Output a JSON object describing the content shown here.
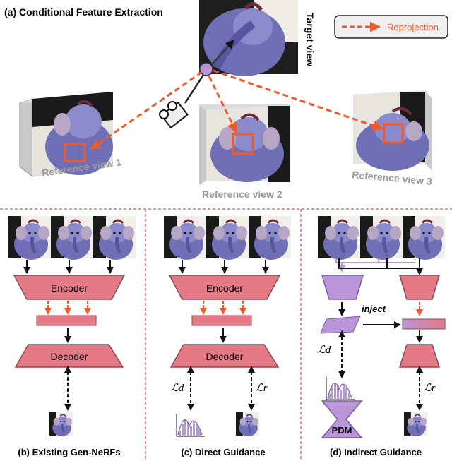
{
  "colors": {
    "orange": "#f05a28",
    "pink_block": "#e47a86",
    "pink_stroke": "#8a4a52",
    "purple_block": "#b896d8",
    "purple_stroke": "#7d5aa8",
    "gray_label": "#9a9a9a",
    "divider": "#e06a6a",
    "plush_purple": "#6f6fb6"
  },
  "panel_a": {
    "title": "(a) Conditional Feature Extraction",
    "target_view": "Target view",
    "legend": "Reprojection",
    "ref_labels": [
      "Reference view 1",
      "Reference view 2",
      "Reference view 3"
    ]
  },
  "panel_b": {
    "encoder": "Encoder",
    "decoder": "Decoder",
    "caption": "(b) Existing Gen-NeRFs"
  },
  "panel_c": {
    "encoder": "Encoder",
    "decoder": "Decoder",
    "loss_d": "ℒd",
    "loss_r": "ℒr",
    "caption": "(c) Direct Guidance"
  },
  "panel_d": {
    "inject": "inject",
    "loss_d": "ℒd",
    "loss_r": "ℒr",
    "pdm": "PDM",
    "caption": "(d) Indirect Guidance"
  }
}
